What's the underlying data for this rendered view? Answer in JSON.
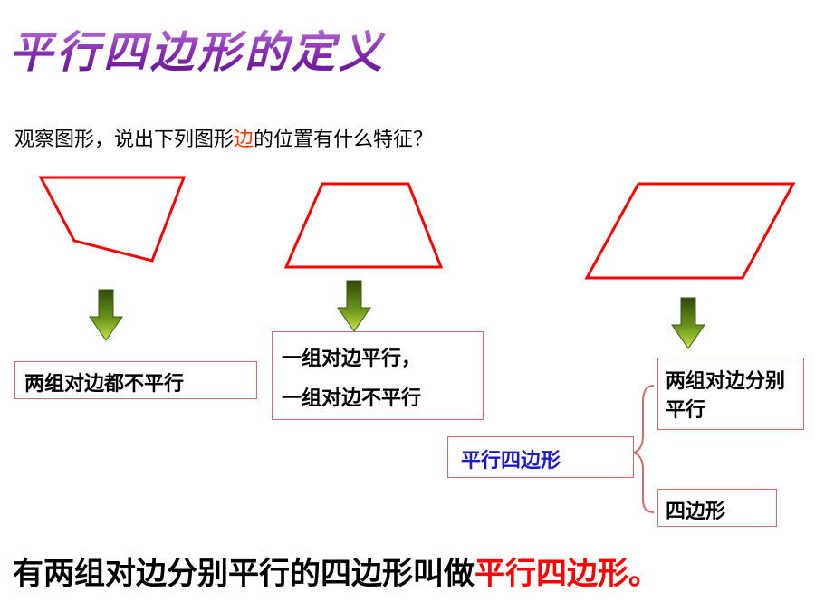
{
  "slide": {
    "title": "平行四边形的定义",
    "question_before": "观察图形，说出下列图形",
    "question_highlight": "边",
    "question_after": "的位置有什么特征？",
    "shape1_label": "两组对边都不平行",
    "shape2_label_line1": "一组对边平行，",
    "shape2_label_line2": "一组对边不平行",
    "shape3_label": "两组对边分别平行",
    "result_label": "平行四边形",
    "quadrilateral_label": "四边形",
    "definition_before": "有两组对边分别平行的四边形叫做",
    "definition_highlight": "平行四边形。"
  },
  "colors": {
    "title_purple": "#8a2fb5",
    "shape_stroke": "#ff0000",
    "highlight": "#ff3300",
    "result_text": "#1a1acc",
    "arrow_green": "#5a8a1a"
  }
}
